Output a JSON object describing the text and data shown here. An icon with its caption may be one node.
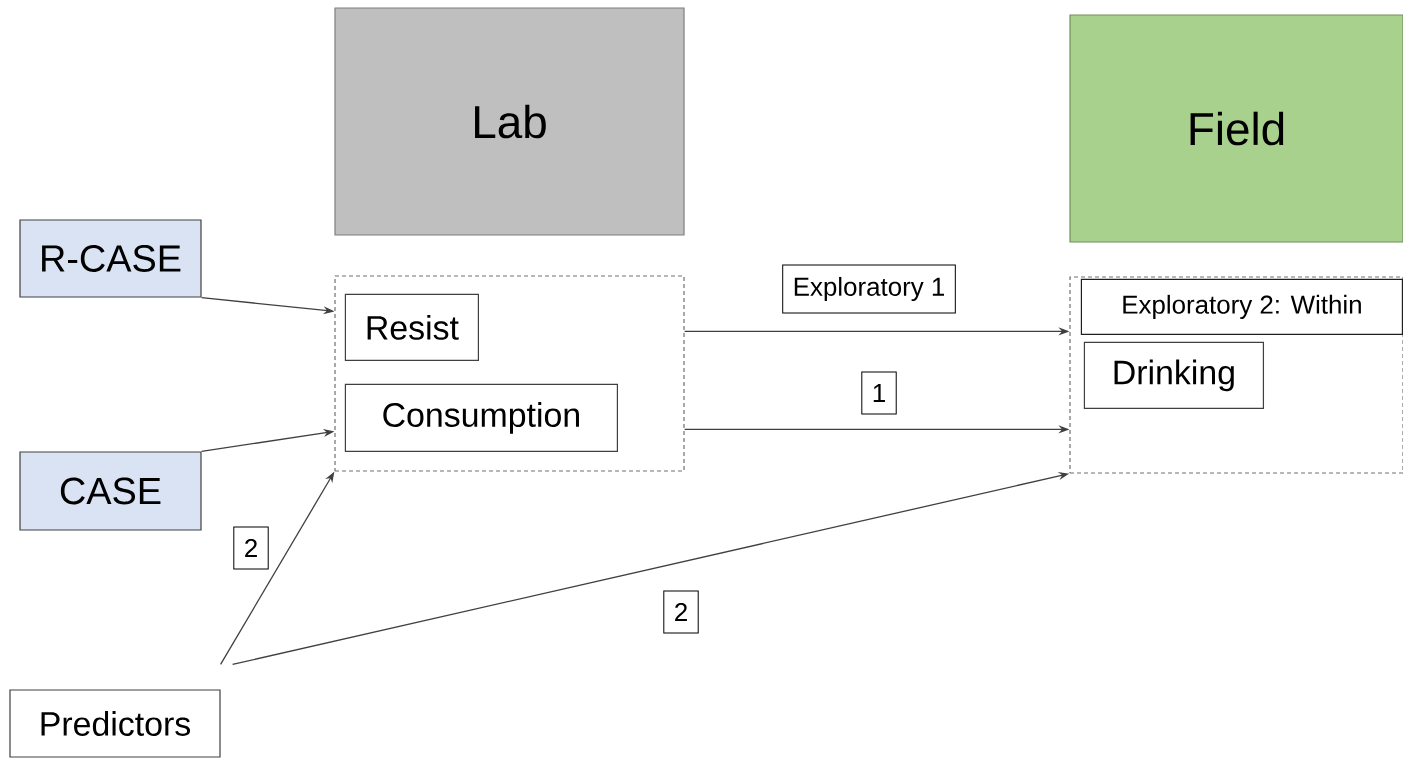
{
  "diagram": {
    "nodes": [
      {
        "text": [
          "Lab"
        ]
      },
      {
        "text": [
          "Field"
        ]
      },
      {
        "text": [
          "R-CASE"
        ]
      },
      {
        "text": [
          "CASE"
        ]
      },
      {
        "text": [],
        "shape": "box"
      },
      {
        "text": [
          "Resist"
        ],
        "in": 4
      },
      {
        "text": [
          "Consumption"
        ],
        "in": 4
      },
      {
        "text": [],
        "shape": "box"
      },
      {
        "text": [
          "Exploratory 2: Within"
        ],
        "in": 7
      },
      {
        "text": [
          "Drinking"
        ],
        "in": 7
      },
      {
        "text": [
          "Predictors"
        ]
      }
    ],
    "edges": [
      {
        "from": 2,
        "to": 4,
        "arrow": "to"
      },
      {
        "from": 3,
        "to": 4,
        "arrow": "to"
      },
      {
        "from": 4,
        "to": 7,
        "arrow": "to",
        "label": "Exploratory 1"
      },
      {
        "from": 4,
        "to": 7,
        "arrow": "to",
        "label": "1"
      },
      {
        "from": 10,
        "to": 4,
        "arrow": "to",
        "label": "2"
      },
      {
        "from": 10,
        "to": 7,
        "arrow": "to",
        "label": "2"
      }
    ]
  }
}
